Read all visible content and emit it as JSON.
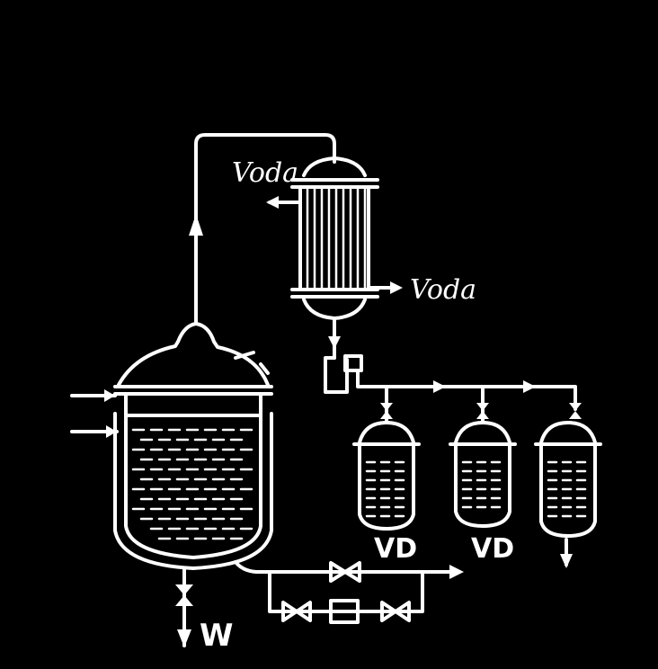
{
  "labels": {
    "water_in": "Voda",
    "water_out": "Voda",
    "receiver_1": "VD",
    "receiver_2": "VD",
    "bottom_outlet": "W"
  }
}
